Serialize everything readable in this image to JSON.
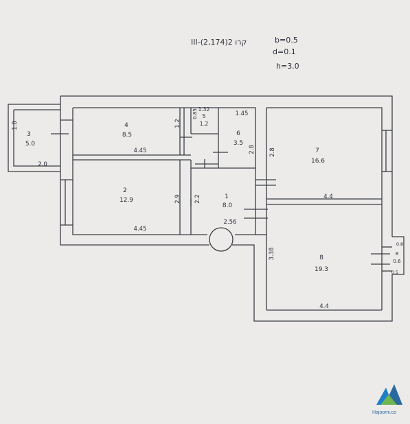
{
  "header": {
    "code": "III-קרו 2(2,174)",
    "param_b": "b=0.5",
    "param_d": "d=0.1",
    "param_h": "h=3.0"
  },
  "rooms": [
    {
      "number": "3",
      "area": "5.0"
    },
    {
      "number": "4",
      "area": "8.5"
    },
    {
      "number": "5",
      "area": "1.2"
    },
    {
      "number": "6",
      "area": "3.5"
    },
    {
      "number": "7",
      "area": "16.6"
    },
    {
      "number": "2",
      "area": "12.9"
    },
    {
      "number": "1",
      "area": "8.0"
    },
    {
      "number": "8",
      "area": "19.3"
    },
    {
      "number": "8",
      "area": "0.6"
    }
  ],
  "dimensions": {
    "d1_45": "1.45",
    "d1_32": "1.32",
    "d4_45_top": "4.45",
    "d2_0": "2.0",
    "d4_45_bottom": "4.45",
    "d2_56": "2.56",
    "d4_4_mid": "4.4",
    "d4_4_bottom": "4.4",
    "d3_38": "3.38",
    "d2_8_left": "2.8",
    "d2_8_right": "2.8",
    "d2_9": "2.9",
    "d2_2": "2.2",
    "d0_85": "0.85",
    "d1_2_vert": "1.2",
    "d1_8": "1.8",
    "d0_8": "0.8",
    "d0_5": "0.5"
  },
  "logo": {
    "text": "Hajoomi.co"
  },
  "colors": {
    "paper": "#ecebe9",
    "ink": "#2b2f3a",
    "logo_blue": "#1f7fc6",
    "logo_green": "#7cc043"
  }
}
